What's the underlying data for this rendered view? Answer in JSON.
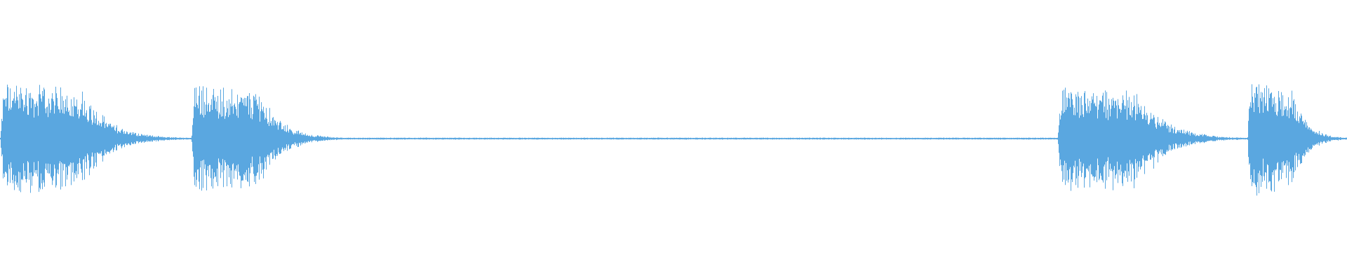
{
  "waveform": {
    "color": "#5aa7e0",
    "background": "#ffffff",
    "duration_units": 1,
    "baseline_amplitude": 0.012,
    "segments": [
      {
        "start": 0.0,
        "end": 0.136,
        "peak": 0.92
      },
      {
        "start": 0.142,
        "end": 0.255,
        "peak": 0.88
      },
      {
        "start": 0.785,
        "end": 0.922,
        "peak": 0.88
      },
      {
        "start": 0.926,
        "end": 1.0,
        "peak": 0.9
      }
    ]
  }
}
